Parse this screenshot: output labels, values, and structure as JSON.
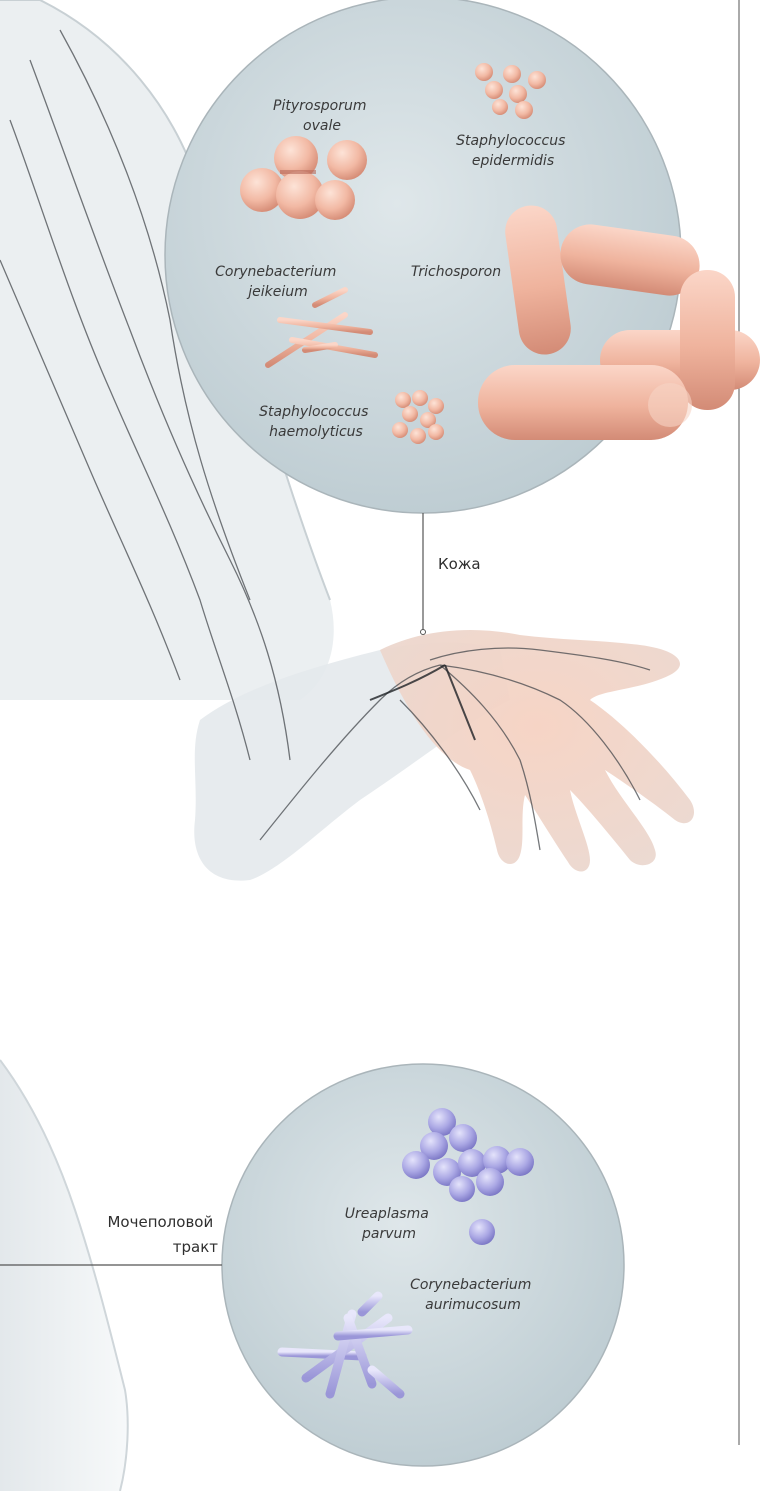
{
  "skin_panel": {
    "region_label": "Кожа",
    "organisms": {
      "pityrosporum": [
        "Pityrosporum",
        "ovale"
      ],
      "staph_epidermidis": [
        "Staphylococcus",
        "epidermidis"
      ],
      "corynebacterium_jeikeium": [
        "Corynebacterium",
        "jeikeium"
      ],
      "trichosporon": [
        "Trichosporon"
      ],
      "staph_haemolyticus": [
        "Staphylococcus",
        "haemolyticus"
      ]
    }
  },
  "urogenital_panel": {
    "region_label": [
      "Мочеполовой",
      "тракт"
    ],
    "organisms": {
      "ureaplasma": [
        "Ureaplasma",
        "parvum"
      ],
      "corynebacterium_aurimucosum": [
        "Corynebacterium",
        "aurimucosum"
      ]
    }
  },
  "colors": {
    "circle_fill": "#cfd9dd",
    "skin_microbe": "#f2b9a4",
    "urogenital_microbe": "#aaa7e4",
    "body_translucent": "#e6eaec",
    "vessel": "#3b3f44",
    "divider": "#555555"
  }
}
